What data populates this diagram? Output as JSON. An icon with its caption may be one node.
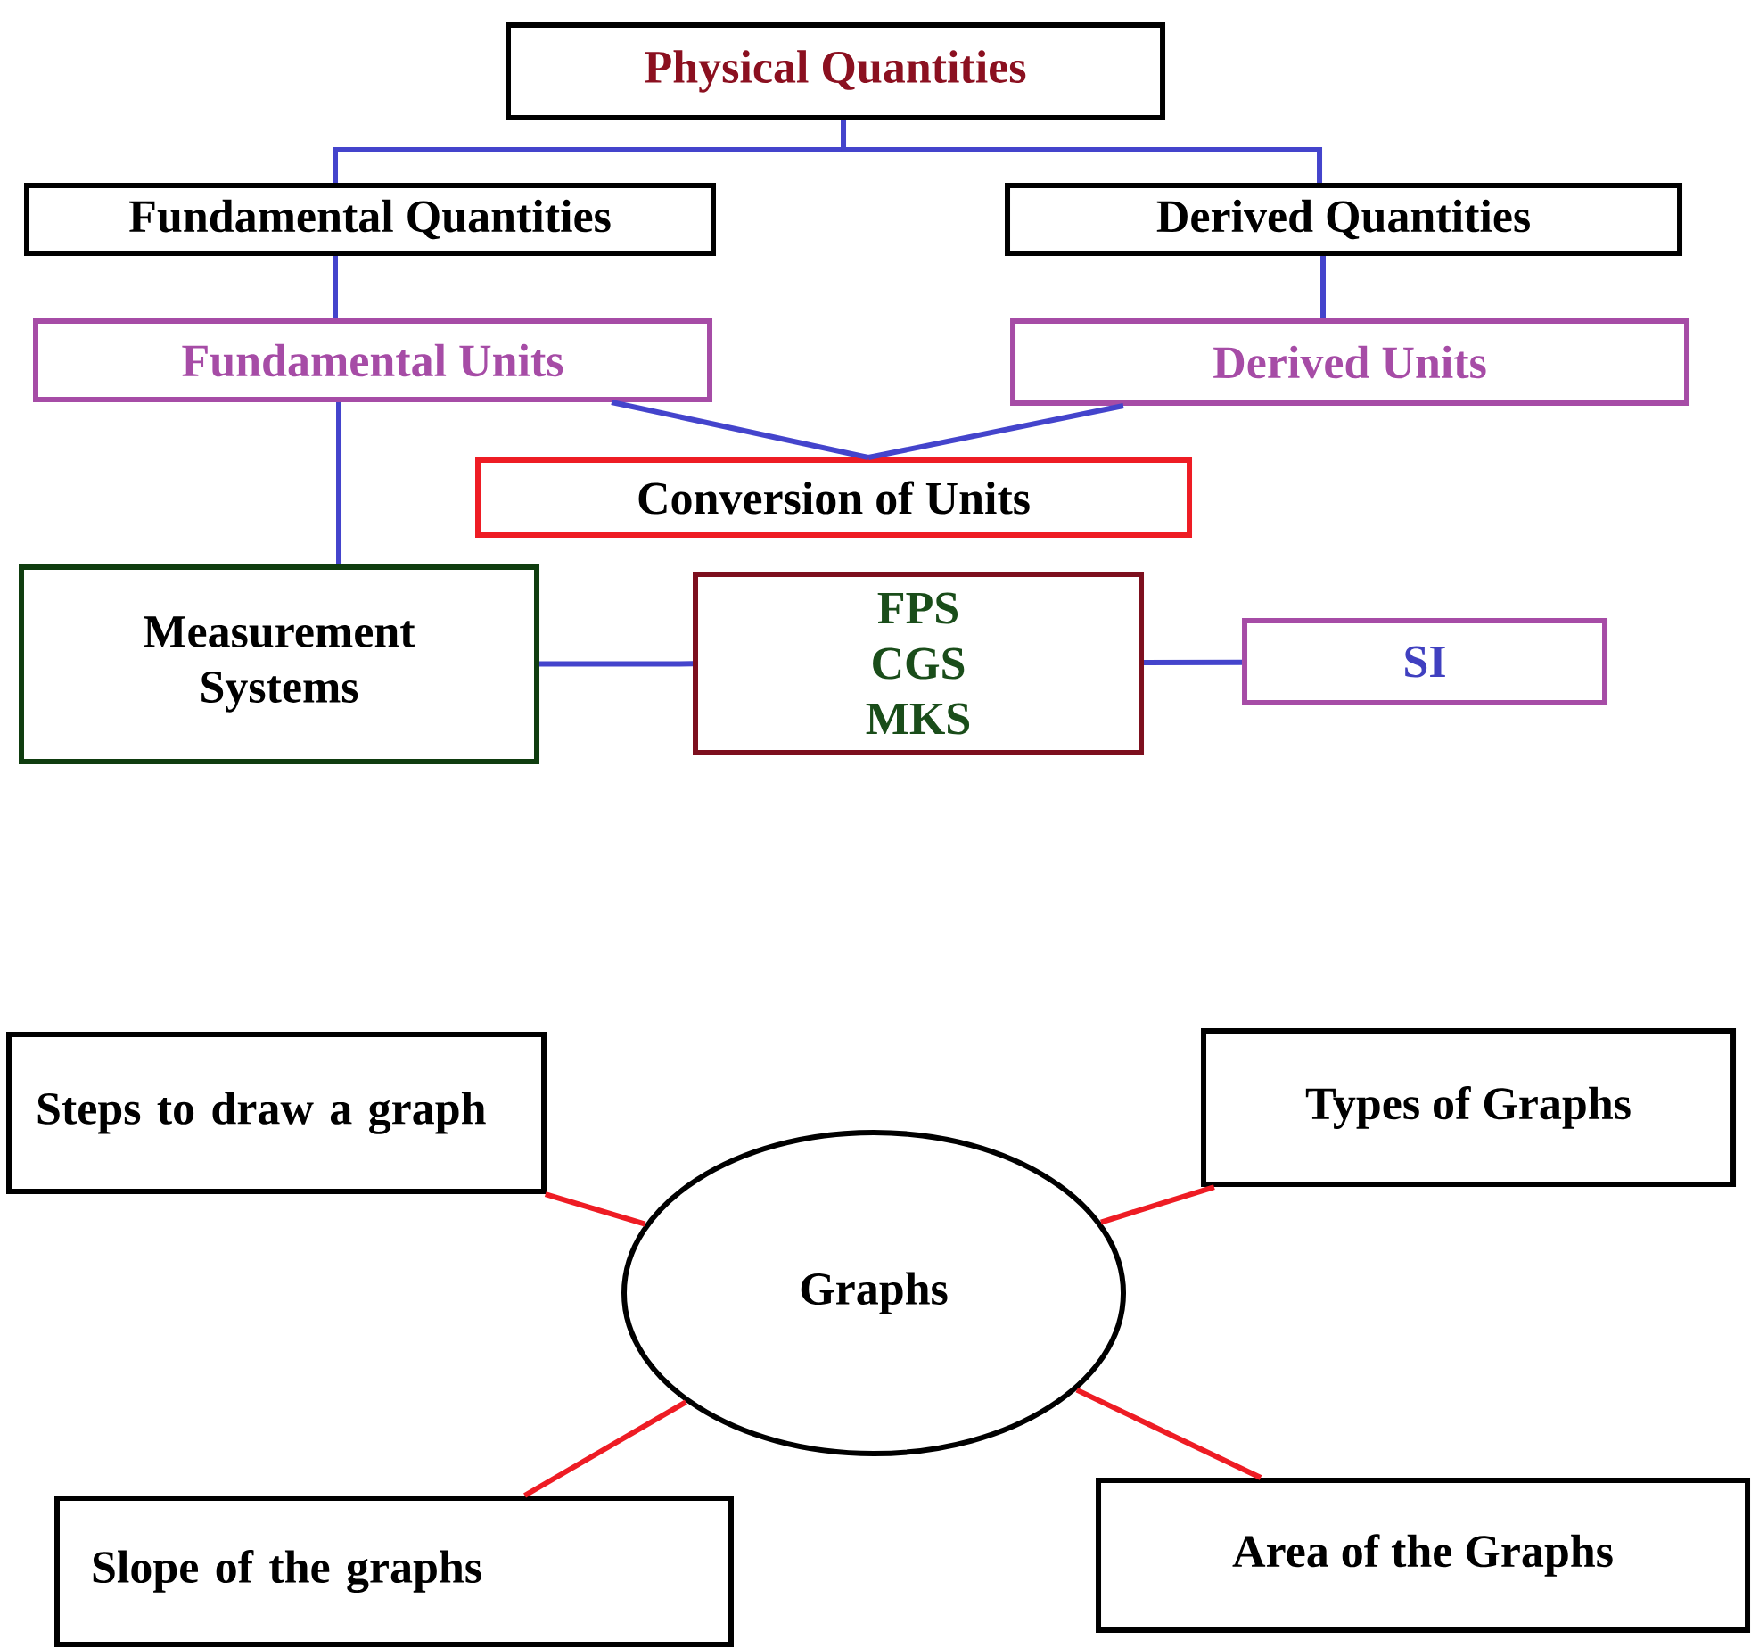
{
  "diagram": {
    "nodes": [
      {
        "text": [
          "Physical Quantities"
        ]
      },
      {
        "text": [
          "Fundamental Quantities"
        ]
      },
      {
        "text": [
          "Derived Quantities"
        ]
      },
      {
        "text": [
          "Fundamental Units"
        ]
      },
      {
        "text": [
          "Derived Units"
        ]
      },
      {
        "text": [
          "Conversion of Units"
        ]
      },
      {
        "text": [
          "Measurement Systems"
        ]
      },
      {
        "text": [
          "FPS",
          "CGS",
          "MKS"
        ]
      },
      {
        "text": [
          "SI"
        ]
      },
      {
        "text": [
          "Steps to draw a graph"
        ]
      },
      {
        "text": [
          "Types of Graphs"
        ]
      },
      {
        "text": [
          "Graphs"
        ]
      },
      {
        "text": [
          "Slope of the graphs"
        ]
      },
      {
        "text": [
          "Area of the Graphs"
        ]
      }
    ],
    "edges": [
      {
        "from": 0,
        "to": 1,
        "arrow": "none"
      },
      {
        "from": 0,
        "to": 2,
        "arrow": "none"
      },
      {
        "from": 1,
        "to": 3,
        "arrow": "none"
      },
      {
        "from": 2,
        "to": 4,
        "arrow": "none"
      },
      {
        "from": 3,
        "to": 5,
        "arrow": "none"
      },
      {
        "from": 4,
        "to": 5,
        "arrow": "none"
      },
      {
        "from": 3,
        "to": 6,
        "arrow": "none"
      },
      {
        "from": 6,
        "to": 7,
        "arrow": "none"
      },
      {
        "from": 7,
        "to": 8,
        "arrow": "none"
      },
      {
        "from": 9,
        "to": 11,
        "arrow": "none",
        "color": "#ee1c24"
      },
      {
        "from": 10,
        "to": 11,
        "arrow": "none",
        "color": "#ee1c24"
      },
      {
        "from": 11,
        "to": 12,
        "arrow": "none",
        "color": "#ee1c24"
      },
      {
        "from": 11,
        "to": 13,
        "arrow": "none",
        "color": "#ee1c24"
      }
    ]
  }
}
